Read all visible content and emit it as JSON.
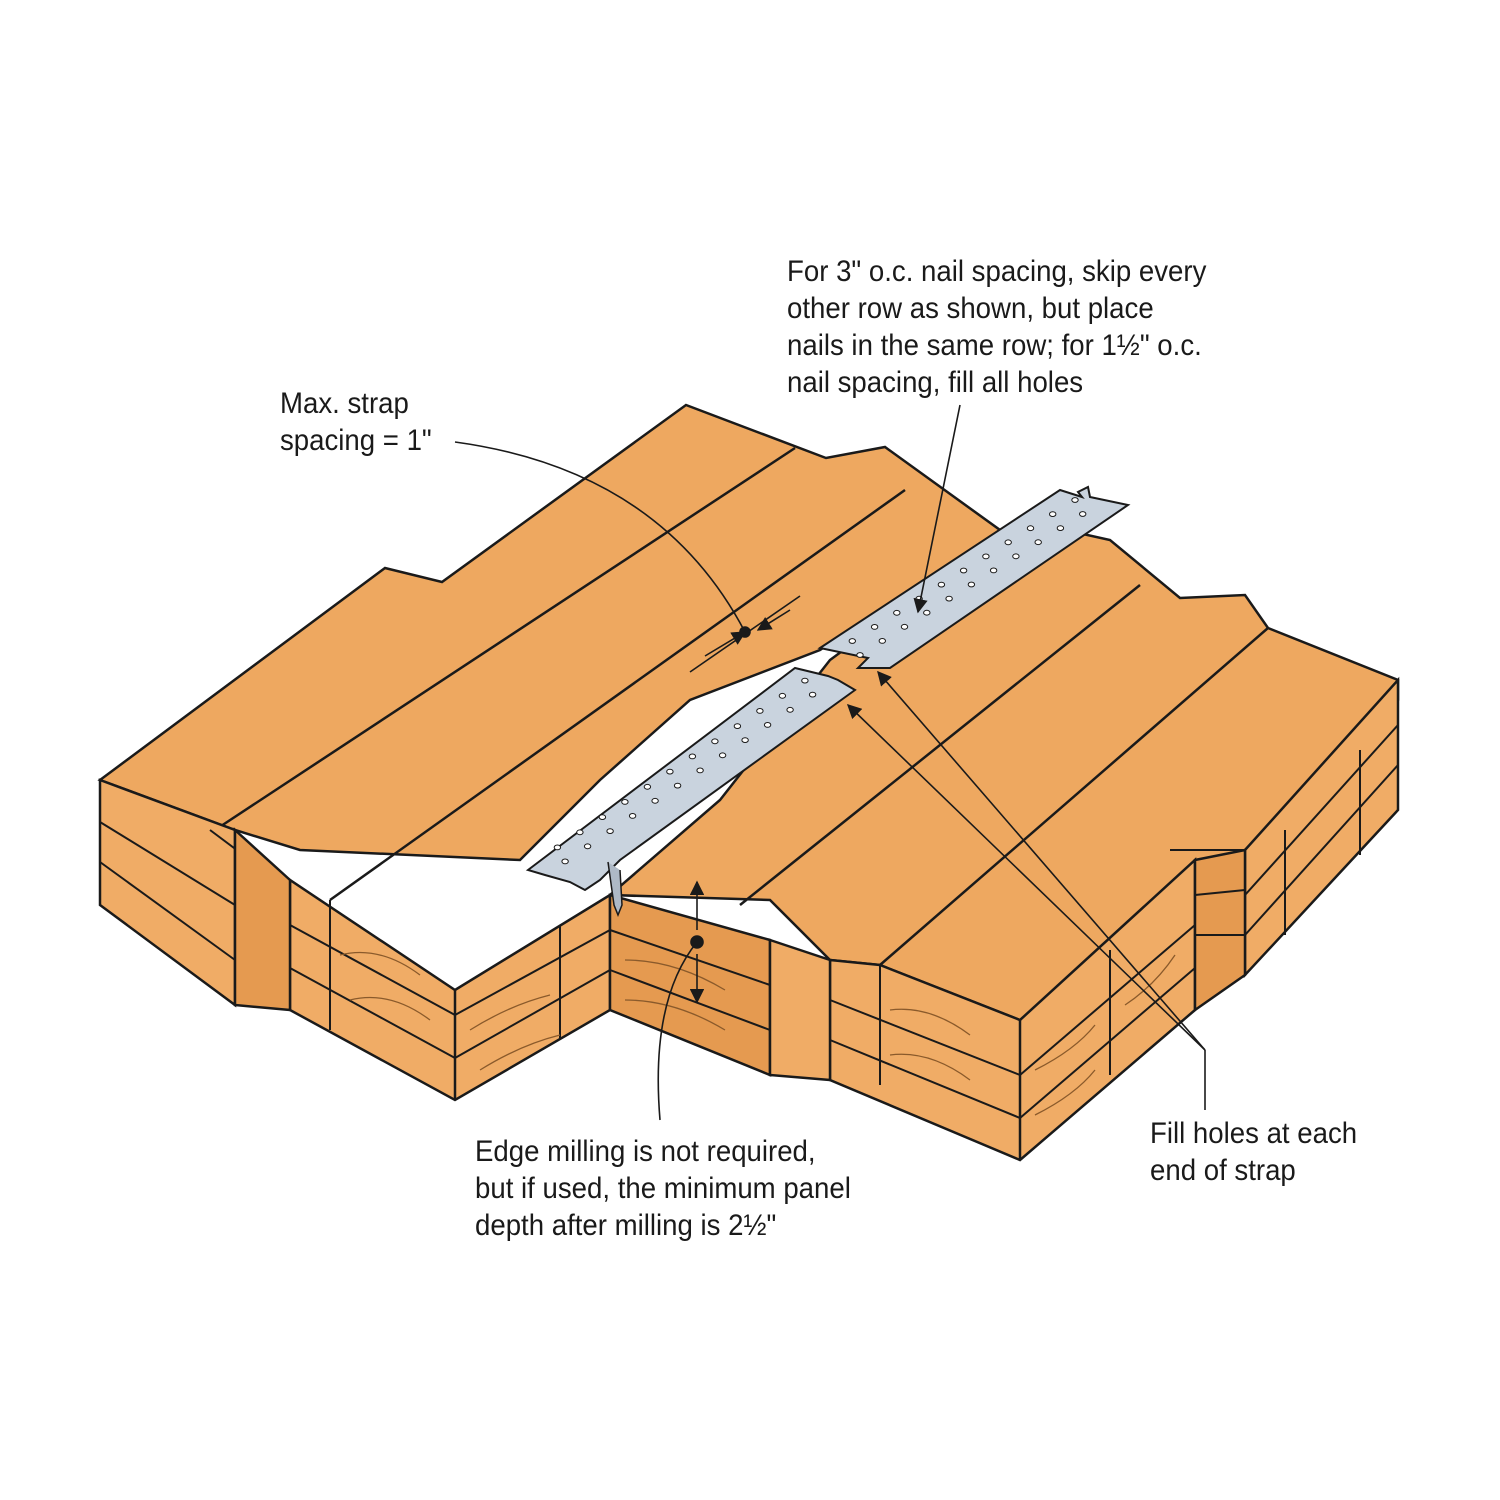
{
  "colors": {
    "wood_top": "#EEA860",
    "wood_side": "#E59A50",
    "wood_end": "#F0AC66",
    "grain": "#8A5A2B",
    "outline": "#1a1a1a",
    "strap": "#C9D3DE",
    "strap_shade": "#AEB9C6",
    "background": "#FFFFFF"
  },
  "callouts": {
    "nail_spacing": [
      "For 3\" o.c. nail spacing, skip every",
      "other row as shown, but place",
      "nails in the same row;  for 1½\" o.c.",
      "nail spacing, fill all holes"
    ],
    "strap_spacing": [
      "Max. strap",
      "spacing = 1\""
    ],
    "edge_milling": [
      "Edge milling is not required,",
      "but if used, the minimum panel",
      "depth after milling is 2½\""
    ],
    "fill_holes": [
      "Fill holes at each",
      "end of strap"
    ]
  }
}
